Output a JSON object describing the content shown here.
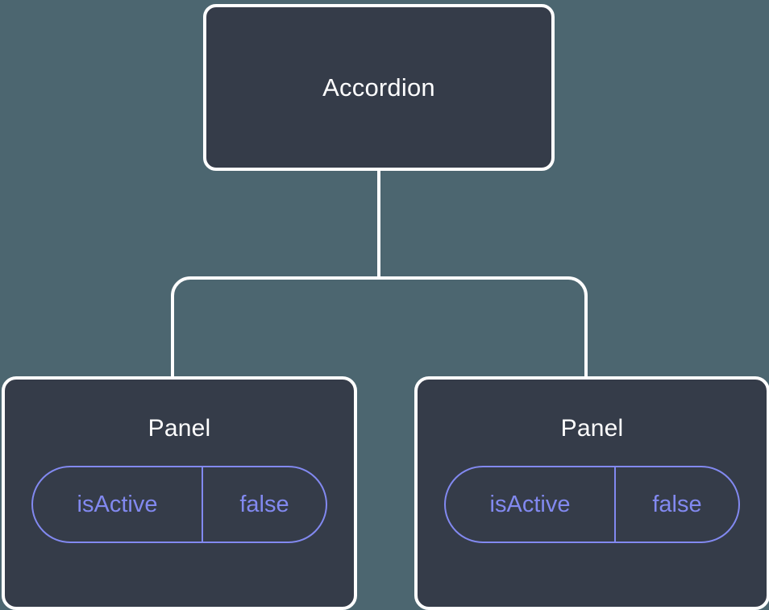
{
  "diagram": {
    "type": "component-tree",
    "background_color": "#4c6670",
    "node_fill_color": "#353c49",
    "node_border_color": "#ffffff",
    "connector_color": "#ffffff",
    "prop_accent_color": "#8289f0",
    "root": {
      "label": "Accordion"
    },
    "children": [
      {
        "label": "Panel",
        "props": [
          {
            "key": "isActive",
            "value": "false"
          }
        ]
      },
      {
        "label": "Panel",
        "props": [
          {
            "key": "isActive",
            "value": "false"
          }
        ]
      }
    ]
  }
}
